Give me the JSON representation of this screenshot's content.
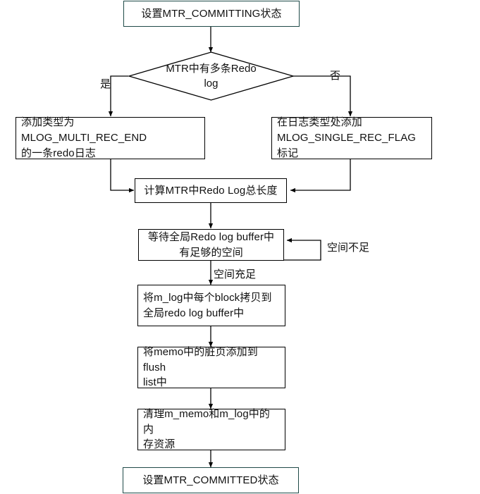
{
  "diagram": {
    "title": "MTR Commit Flowchart",
    "colors": {
      "terminal_border": "#1f4a48",
      "box_border": "#000000",
      "edge": "#000000",
      "background": "#ffffff",
      "text": "#111111"
    },
    "nodes": [
      {
        "id": "set-committing",
        "type": "terminal",
        "text": "设置MTR_COMMITTING状态"
      },
      {
        "id": "has-multi-redo",
        "type": "decision",
        "text": "MTR中有多条Redo\nlog"
      },
      {
        "id": "add-multi-rec-end",
        "type": "process",
        "text": "添加类型为MLOG_MULTI_REC_END\n的一条redo日志"
      },
      {
        "id": "add-single-rec-flag",
        "type": "process",
        "text": "在日志类型处添加\nMLOG_SINGLE_REC_FLAG标记"
      },
      {
        "id": "calc-total-length",
        "type": "process",
        "text": "计算MTR中Redo Log总长度"
      },
      {
        "id": "wait-for-space",
        "type": "process",
        "text": "等待全局Redo log buffer中\n有足够的空间"
      },
      {
        "id": "copy-blocks",
        "type": "process",
        "text": "将m_log中每个block拷贝到\n全局redo log buffer中"
      },
      {
        "id": "add-dirty-pages",
        "type": "process",
        "text": "将memo中的脏页添加到flush\nlist中"
      },
      {
        "id": "cleanup-resources",
        "type": "process",
        "text": "清理m_memo和m_log中的内\n存资源"
      },
      {
        "id": "set-committed",
        "type": "terminal",
        "text": "设置MTR_COMMITTED状态"
      }
    ],
    "edge_labels": {
      "yes": "是",
      "no": "否",
      "not_enough_space": "空间不足",
      "enough_space": "空间充足"
    }
  }
}
